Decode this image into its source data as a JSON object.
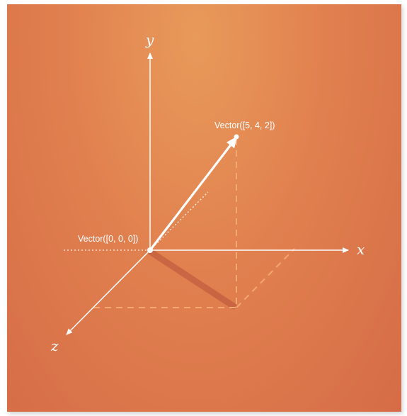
{
  "diagram": {
    "axes": {
      "x_label": "x",
      "y_label": "y",
      "z_label": "z"
    },
    "vector": {
      "origin": [
        0,
        0,
        0
      ],
      "tip": [
        5,
        4,
        2
      ],
      "origin_label": "Vector([0, 0, 0])",
      "tip_label": "Vector([5, 4, 2])"
    },
    "colors": {
      "background": "#e1804f",
      "axis": "#ffffff",
      "vector": "#ffffff",
      "projection": "#f2a870",
      "shadow": "#b8523a"
    }
  }
}
